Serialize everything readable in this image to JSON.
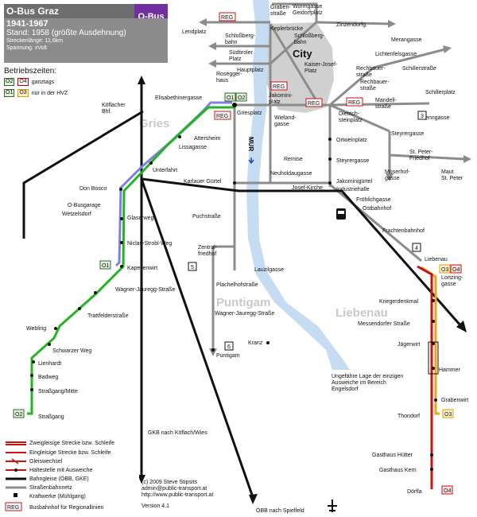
{
  "header": {
    "title": "O-Bus Graz",
    "logo": "O-Bus",
    "years": "1941-1967",
    "stand": "Stand: 1958 (größte Ausdehnung)",
    "length": "Streckenlänge: 11,6km",
    "voltage": "Spannung: xVolt"
  },
  "service": {
    "heading": "Betriebszeiten:",
    "allday": "ganztags",
    "peak": "nur in der HVZ",
    "badge_o1": "O1",
    "badge_o2": "O2",
    "badge_o3": "O3",
    "badge_o4": "O4"
  },
  "areas": {
    "gries": "Gries",
    "puntigam": "Puntigam",
    "liebenau": "Liebenau",
    "city": "City",
    "mur": "MUR"
  },
  "stops": {
    "grabenstrasse": "Graben-\nstraße",
    "wormgasse": "Wormgasse",
    "geidorfplatz": "Geidorfplatz",
    "lendplatz": "Lendplatz",
    "keplerbruecke": "Keplerbrücke",
    "schlossbergbahn_l": "Schloßberg-\nbahn",
    "schlossbergbahn_r": "Schloßberg-\nbahn",
    "zinzendorfg": "Zinzendorfg.",
    "merangasse": "Merangasse",
    "suedtirolerplatz": "Südtiroler\nPlatz",
    "kaiserjosefplatz": "Kaiser-Josef-\nPlatz",
    "lichtenfelsgasse": "Lichtenfelsgasse",
    "rosegger": "Rosegger-\nhaus",
    "hauptplatz": "Hauptplatz",
    "rechbauerstr1": "Rechbauer-\nstraße",
    "schillerstrasse": "Schillerstraße",
    "jakominiplatz": "Jakomini-\nplatz",
    "rechbauerstr2": "Rechbauer-\nstraße",
    "schillerplatz": "Schillerplatz",
    "mandellstrasse": "Mandell-\nstraße",
    "koeflacher": "Köflacher\nBhf.",
    "elisabethinergasse": "Elisabethinergasse",
    "griesplatz": "Griesplatz",
    "wielandgasse": "Wieland-\ngasse",
    "dietrichsteinplatz": "Dietrich-\nsteinplatz",
    "krenngasse": "Krenngasse",
    "attersheim": "Attersheim",
    "lissagasse": "Lissagasse",
    "ortweinplatz": "Ortweinplatz",
    "steyrergasse1": "Steyrergasse",
    "stpeter": "St. Peter-\nFriedhof",
    "remise": "Remise",
    "steyrergasse2": "Steyrergasse",
    "unterfahrt": "Unterfahrt",
    "neuholdaugasse": "Neuholdaugasse",
    "moserhofgasse": "Moserhof-\ngasse",
    "mautstpeter": "Maut\nSt. Peter",
    "karlauer": "Karlauer Gürtel",
    "jakominiguertel": "Jakominigürtel",
    "donbosco": "Don Bosco",
    "josefkirche": "Josef-Kirche",
    "industriehalle": "Industriehalle",
    "froehlichgasse": "Fröhlichgasse",
    "obusgarage": "O-Busgarage",
    "wetzelsdorf": "Wetzelsdorf",
    "ostbahnhof": "Ostbahnhof",
    "glaserweg": "Glaserweg",
    "puchstrasse": "Puchstraße",
    "frachtenbahnhof": "Frachtenbahnhof",
    "niclasstrobl": "Niclas-Strobl-Weg",
    "zentralfriedhof": "Zentral-\nfriedhof",
    "liebenau": "Liebenau",
    "kapellenwirt": "Kapellenwirt",
    "lauzilgasse": "Lauzilgasse",
    "lortinggasse": "Lortzing-\ngasse",
    "wagnerjauregg1": "Wagner-Jauregg-Straße",
    "plachelhof": "Plachelhofstraße",
    "trattfelder": "Trattfelderstraße",
    "kriegerdenkmal": "Kriegerdenkmal",
    "wagnerjauregg2": "Wagner-Jauregg-Straße",
    "messendorfer": "Messendorfer Straße",
    "webling": "Webling",
    "kranz": "Kranz",
    "schwarzerweg": "Schwarzer Weg",
    "jaegerwirt": "Jägerwirt",
    "puntigam": "Puntigam",
    "lienhardt": "Lienhardt",
    "hammer": "Hammer",
    "badweg": "Badweg",
    "ungefaehre": "Ungefähre Lage der einzigen\nAusweiche im Bereich\nEngelsdorf",
    "strassgangmitte": "Straßgang/Mitte",
    "grabenwirt": "Grabenwirt",
    "strassgang": "Straßgang",
    "thondorf": "Thondorf",
    "gasthaushuetter": "Gasthaus Hütter",
    "gasthauskern": "Gasthaus Kern",
    "doerfla": "Dörfla"
  },
  "markers": {
    "reg": "REG",
    "n3": "3",
    "n4": "4",
    "n5": "5",
    "n6": "6"
  },
  "arrows": {
    "gkb": "GKB nach Köflach/Wies",
    "oebb": "ÖBB nach Spielfeld"
  },
  "legend": [
    {
      "text": "Zweigleisige Strecke bzw. Schleife",
      "style": "double-red"
    },
    {
      "text": "Eingleisige Strecke bzw. Schleife",
      "style": "single-red"
    },
    {
      "text": "Gleiswechsel",
      "style": "switch"
    },
    {
      "text": "Haltestelle mit Ausweiche",
      "style": "passing"
    },
    {
      "text": "Bahngleise (ÖBB, GKE)",
      "style": "rail"
    },
    {
      "text": "Straßenbahnnetz",
      "style": "tram"
    },
    {
      "text": "Kraftwerke (Mühlgang)",
      "style": "power"
    },
    {
      "text": "Busbahnhof für Regionallinien",
      "style": "reg"
    }
  ],
  "credits": {
    "line1": "(c) 2009 Steve Stipsits",
    "line2": "admin@public-transport.at",
    "line3": "http://www.public-transport.at",
    "version": "Version 4.1"
  },
  "colors": {
    "river": "#c5dcf2",
    "city": "#d0d0d0",
    "tram": "#8c8c8c",
    "rail": "#111111",
    "line_o1": "#8080e0",
    "line_o2": "#22b522",
    "line_o3": "#e6a817",
    "line_o4": "#cc1111",
    "reg": "#cc1111",
    "logo": "#7030a0"
  }
}
